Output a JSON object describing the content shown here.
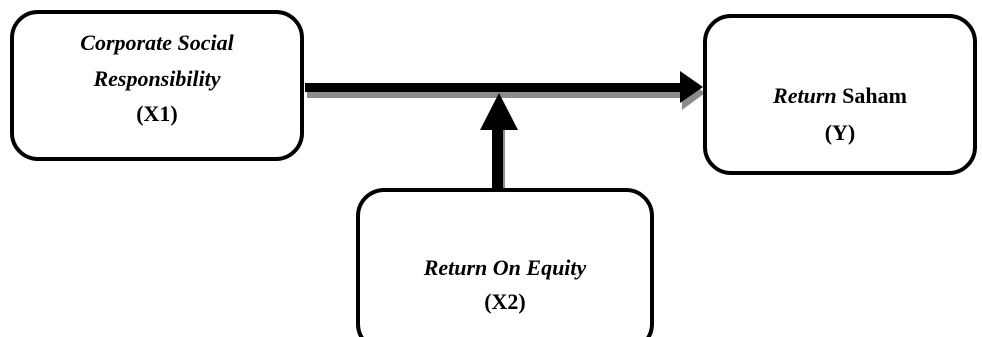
{
  "nodes": {
    "x1": {
      "line1": "Corporate Social",
      "line2": "Responsibility",
      "code": "(X1)"
    },
    "y": {
      "title_italic": "Return",
      "title_upright": "Saham",
      "code": "(Y)"
    },
    "x2": {
      "title": "Return On Equity",
      "code": "(X2)"
    }
  },
  "colors": {
    "stroke": "#000000",
    "arrow_fill": "#000000",
    "shadow": "#8c8c8c",
    "background": "#ffffff"
  }
}
